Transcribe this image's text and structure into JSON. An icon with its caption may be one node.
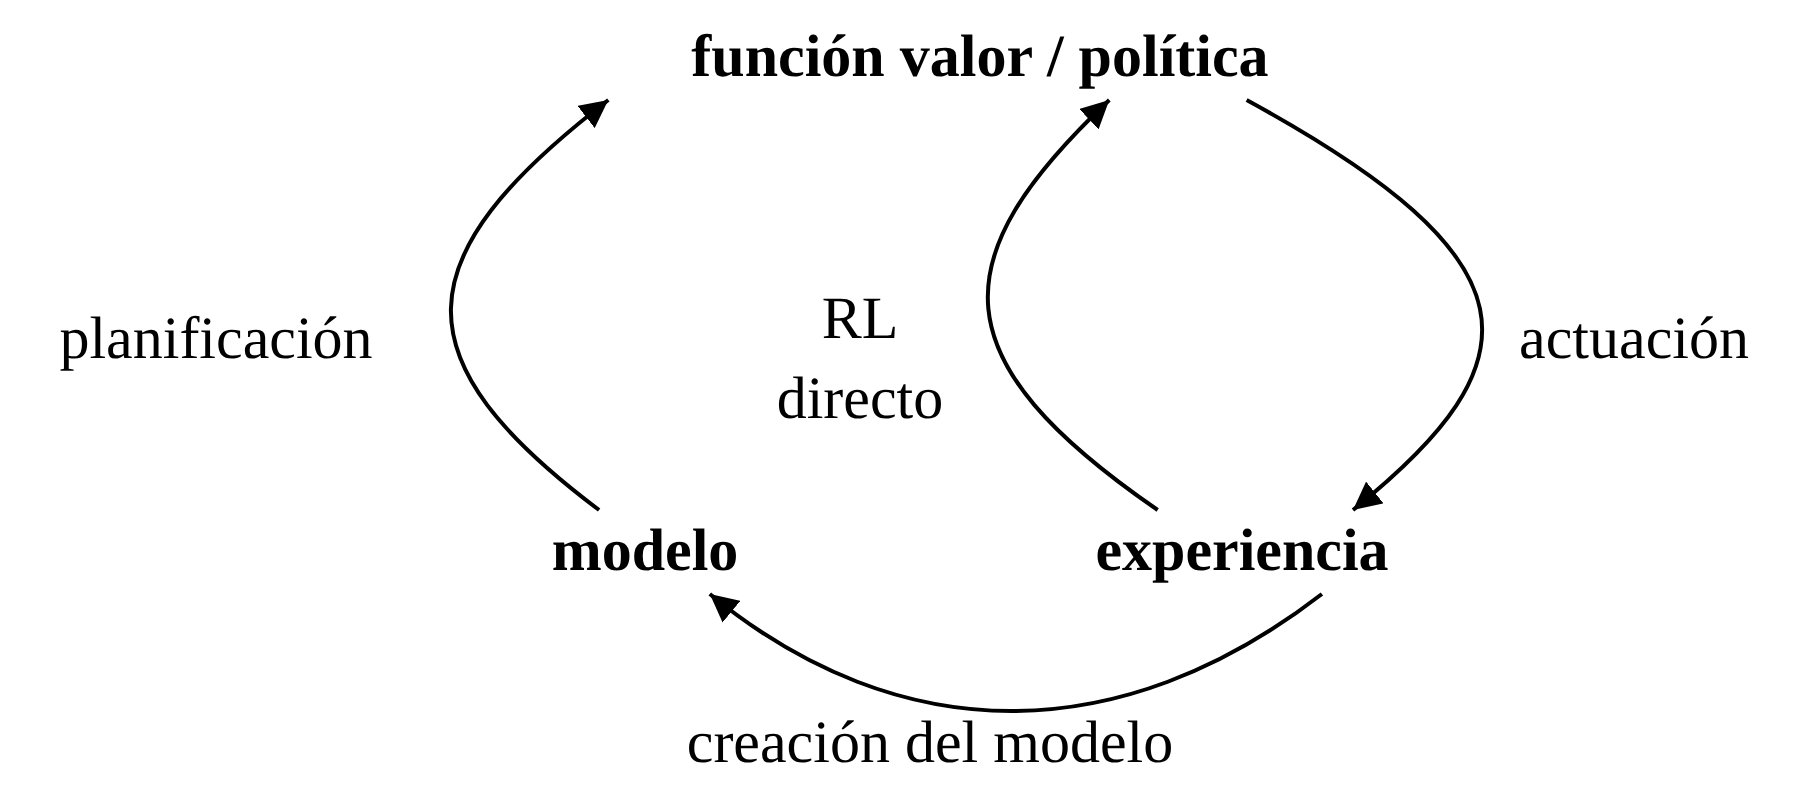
{
  "diagram": {
    "nodes": [
      {
        "text": [
          "función valor / política"
        ]
      },
      {
        "text": [
          "modelo"
        ]
      },
      {
        "text": [
          "experiencia"
        ]
      }
    ],
    "edges": [
      {
        "from": 1,
        "to": 0,
        "arrow": "to",
        "label": "planificación"
      },
      {
        "from": 2,
        "to": 0,
        "arrow": "to",
        "label": "RL directo"
      },
      {
        "from": 0,
        "to": 2,
        "arrow": "to",
        "label": "actuación"
      },
      {
        "from": 2,
        "to": 1,
        "arrow": "to",
        "label": "creación del modelo"
      }
    ]
  }
}
